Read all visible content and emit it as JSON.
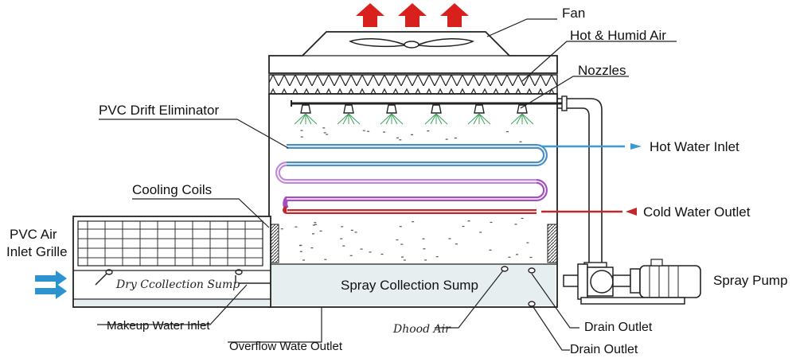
{
  "labels": {
    "fan": "Fan",
    "hot_humid_air": "Hot & Humid Air",
    "nozzles": "Nozzles",
    "pvc_drift_eliminator": "PVC Drift Eliminator",
    "hot_water_inlet": "Hot Water Inlet",
    "cooling_coils": "Cooling Coils",
    "cold_water_outlet": "Cold Water Outlet",
    "pvc_air_inlet_grille_line1": "PVC Air",
    "pvc_air_inlet_grille_line2": "Inlet Grille",
    "dry_collection_sump": "Dry Ccollection Sump",
    "spray_collection_sump": "Spray Collection Sump",
    "spray_pump": "Spray Pump",
    "makeup_water_inlet": "Makeup Water Inlet",
    "overflow_water_outlet": "Overflow Wate Outlet",
    "drood_air": "Dhood Air",
    "drain_outlet_1": "Drain Outlet",
    "drain_outlet_2": "Drain Outlet"
  },
  "colors": {
    "outline": "#222222",
    "hot_air_arrow": "#d8201c",
    "inlet_air_arrow": "#2b93d0",
    "hot_water": "#3a9ad1",
    "coil_blue": "#4a90c8",
    "coil_violet": "#b26ad0",
    "coil_purple": "#a44ec4",
    "coil_red": "#c0282a",
    "cold_water": "#c0282a",
    "water_fill": "#e6eef0",
    "nozzle_spray": "#3aa35a"
  }
}
